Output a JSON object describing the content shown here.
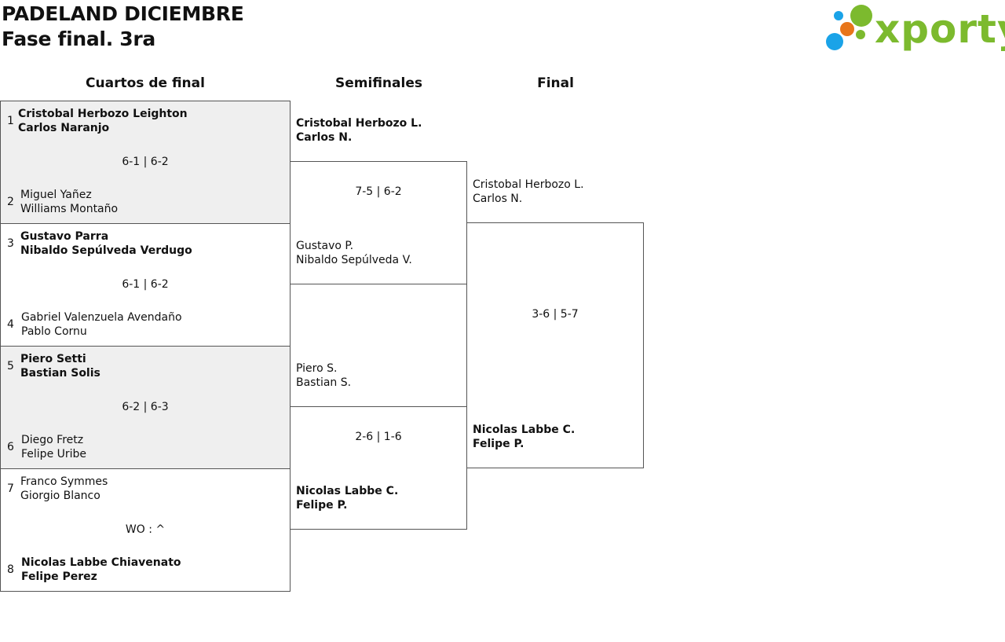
{
  "header": {
    "title_line1": "PADELAND DICIEMBRE",
    "title_line2": "Fase final. 3ra"
  },
  "logo": {
    "text": "xporty",
    "colors": {
      "green": "#7cba2e",
      "orange": "#e8751a",
      "blue": "#1aa3e8"
    }
  },
  "rounds": [
    "Cuartos de final",
    "Semifinales",
    "Final"
  ],
  "quarterfinals": [
    {
      "score": "6-1 | 6-2",
      "team_a": {
        "seed": "1",
        "p1": "Cristobal Herbozo Leighton",
        "p2": "Carlos Naranjo",
        "winner": true
      },
      "team_b": {
        "seed": "2",
        "p1": "Miguel Yañez",
        "p2": "Williams Montaño",
        "winner": false
      }
    },
    {
      "score": "6-1 | 6-2",
      "team_a": {
        "seed": "3",
        "p1": "Gustavo Parra",
        "p2": "Nibaldo Sepúlveda Verdugo",
        "winner": true
      },
      "team_b": {
        "seed": "4",
        "p1": "Gabriel Valenzuela Avendaño",
        "p2": "Pablo Cornu",
        "winner": false
      }
    },
    {
      "score": "6-2 | 6-3",
      "team_a": {
        "seed": "5",
        "p1": "Piero Setti",
        "p2": "Bastian Solis",
        "winner": true
      },
      "team_b": {
        "seed": "6",
        "p1": "Diego Fretz",
        "p2": "Felipe Uribe",
        "winner": false
      }
    },
    {
      "score": "WO : ^",
      "team_a": {
        "seed": "7",
        "p1": "Franco Symmes",
        "p2": "Giorgio Blanco",
        "winner": false
      },
      "team_b": {
        "seed": "8",
        "p1": "Nicolas Labbe Chiavenato",
        "p2": "Felipe Perez",
        "winner": true
      }
    }
  ],
  "semifinals": [
    {
      "score": "7-5 | 6-2",
      "team_a": {
        "p1": "Cristobal Herbozo L.",
        "p2": "Carlos N.",
        "winner": true
      },
      "team_b": {
        "p1": "Gustavo P.",
        "p2": "Nibaldo Sepúlveda V.",
        "winner": false
      }
    },
    {
      "score": "2-6 | 1-6",
      "team_a": {
        "p1": "Piero S.",
        "p2": "Bastian S.",
        "winner": false
      },
      "team_b": {
        "p1": "Nicolas Labbe C.",
        "p2": "Felipe P.",
        "winner": true
      }
    }
  ],
  "final": {
    "score": "3-6 | 5-7",
    "team_a": {
      "p1": "Cristobal Herbozo L.",
      "p2": "Carlos N.",
      "winner": false
    },
    "team_b": {
      "p1": "Nicolas Labbe C.",
      "p2": "Felipe P.",
      "winner": true
    }
  }
}
